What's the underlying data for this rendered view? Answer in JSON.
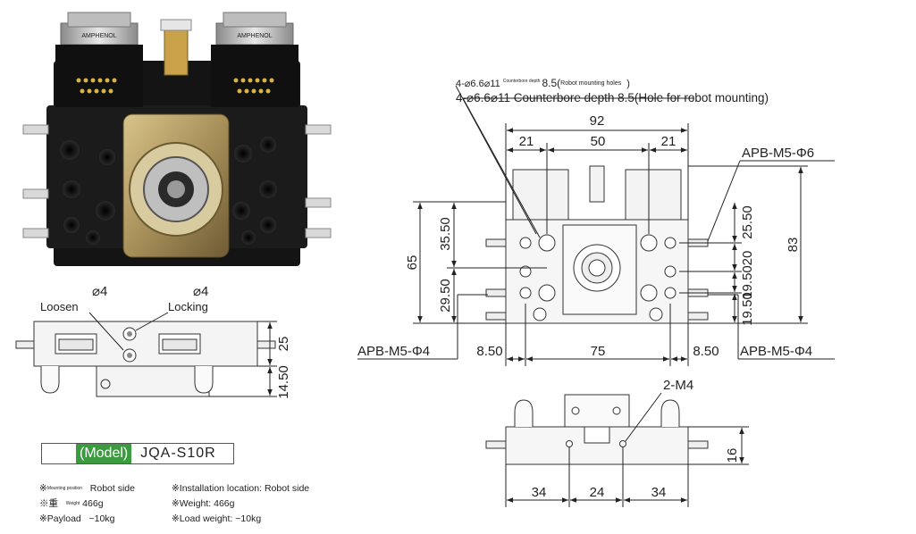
{
  "photo": {
    "connector_brand": "AMPHENOL"
  },
  "side_view": {
    "loosen_label": "Loosen",
    "locking_label": "Locking",
    "loosen_diameter": "⌀4",
    "locking_diameter": "⌀4",
    "dim_upper": "25",
    "dim_lower": "14.50"
  },
  "model": {
    "label": "(Model)",
    "value": "JQA-S10R"
  },
  "specs": {
    "col1": {
      "install_tiny": "Mounting position",
      "install_value": "Robot side",
      "weight_prefix": "※重",
      "weight_tiny": "Weight",
      "weight_value": "466g",
      "payload_label": "※Payload",
      "payload_value": "~10kg"
    },
    "col2": {
      "install": "※Installation location: Robot side",
      "weight": "※Weight: 466g",
      "load": "※Load weight: ~10kg"
    }
  },
  "top_view": {
    "hole_note_line1_prefix": "4-⌀6.6⌀11",
    "hole_note_line1_tiny": "Counterbore depth",
    "hole_note_line1_suffix": "8.5(",
    "hole_note_line1_tiny2": "Robot mounting holes",
    "hole_note_line1_end": ")",
    "hole_note_line2": "4-⌀6.6⌀11 Counterbore depth 8.5(Hole for robot mounting)",
    "dim_92": "92",
    "dim_21_left": "21",
    "dim_50": "50",
    "dim_21_right": "21",
    "fitting_top_right": "APB-M5-Φ6",
    "dim_65": "65",
    "dim_35_50": "35.50",
    "dim_29_50": "29.50",
    "dim_25_50": "25.50",
    "dim_20": "20",
    "dim_19_50_a": "19.50",
    "dim_19_50_b": "19.50",
    "dim_83": "83",
    "fitting_left": "APB-M5-Φ4",
    "fitting_right": "APB-M5-Φ4",
    "dim_8_50_left": "8.50",
    "dim_75": "75",
    "dim_8_50_right": "8.50"
  },
  "bottom_view": {
    "holes_label": "2-M4",
    "dim_16": "16",
    "dim_34_left": "34",
    "dim_24": "24",
    "dim_34_right": "34"
  }
}
